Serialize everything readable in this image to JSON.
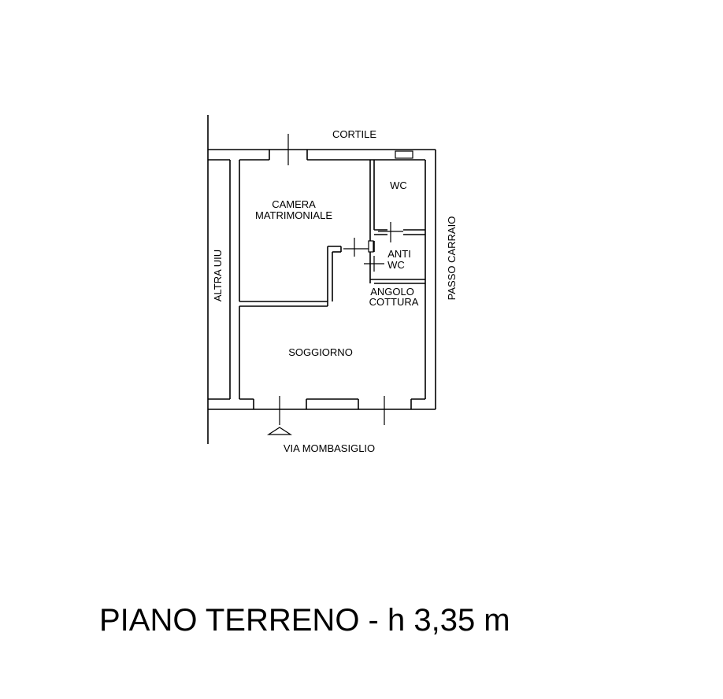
{
  "floor_plan": {
    "title": "PIANO TERRENO - h 3,35 m",
    "surroundings": {
      "north": "CORTILE",
      "south": "VIA MOMBASIGLIO",
      "east": "PASSO CARRAIO",
      "west": "ALTRA UIU"
    },
    "rooms": {
      "camera_line1": "CAMERA",
      "camera_line2": "MATRIMONIALE",
      "wc": "WC",
      "antiwc_line1": "ANTI",
      "antiwc_line2": "WC",
      "angolo_line1": "ANGOLO",
      "angolo_line2": "COTTURA",
      "soggiorno": "SOGGIORNO"
    }
  }
}
